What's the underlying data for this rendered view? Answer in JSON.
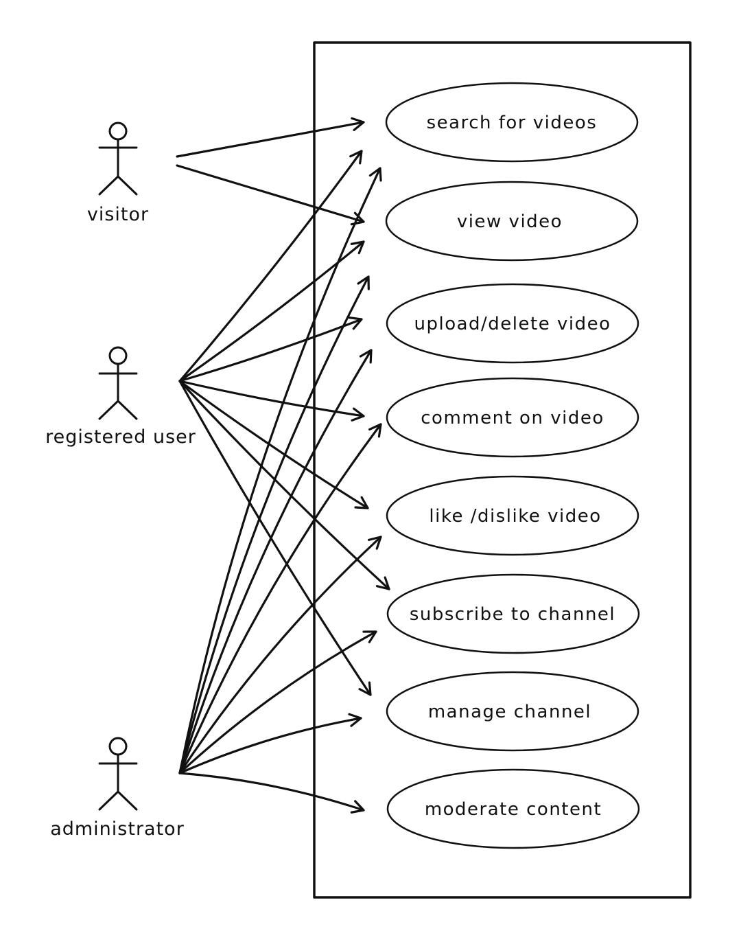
{
  "diagram": {
    "actors": [
      {
        "id": "visitor",
        "label": "visitor"
      },
      {
        "id": "registered",
        "label": "registered user"
      },
      {
        "id": "administrator",
        "label": "administrator"
      }
    ],
    "use_cases": [
      {
        "id": "search",
        "label": "search for videos"
      },
      {
        "id": "view",
        "label": "view video"
      },
      {
        "id": "upload",
        "label": "upload/delete video"
      },
      {
        "id": "comment",
        "label": "comment on video"
      },
      {
        "id": "like",
        "label": "like /dislike video"
      },
      {
        "id": "subscribe",
        "label": "subscribe to channel"
      },
      {
        "id": "manage",
        "label": "manage channel"
      },
      {
        "id": "moderate",
        "label": "moderate content"
      }
    ],
    "associations": [
      {
        "from": "visitor",
        "to": "search"
      },
      {
        "from": "visitor",
        "to": "view"
      },
      {
        "from": "registered",
        "to": "search"
      },
      {
        "from": "registered",
        "to": "view"
      },
      {
        "from": "registered",
        "to": "upload"
      },
      {
        "from": "registered",
        "to": "comment"
      },
      {
        "from": "registered",
        "to": "like"
      },
      {
        "from": "registered",
        "to": "subscribe"
      },
      {
        "from": "registered",
        "to": "manage"
      },
      {
        "from": "administrator",
        "to": "search"
      },
      {
        "from": "administrator",
        "to": "view"
      },
      {
        "from": "administrator",
        "to": "upload"
      },
      {
        "from": "administrator",
        "to": "comment"
      },
      {
        "from": "administrator",
        "to": "like"
      },
      {
        "from": "administrator",
        "to": "subscribe"
      },
      {
        "from": "administrator",
        "to": "manage"
      },
      {
        "from": "administrator",
        "to": "moderate"
      }
    ]
  }
}
